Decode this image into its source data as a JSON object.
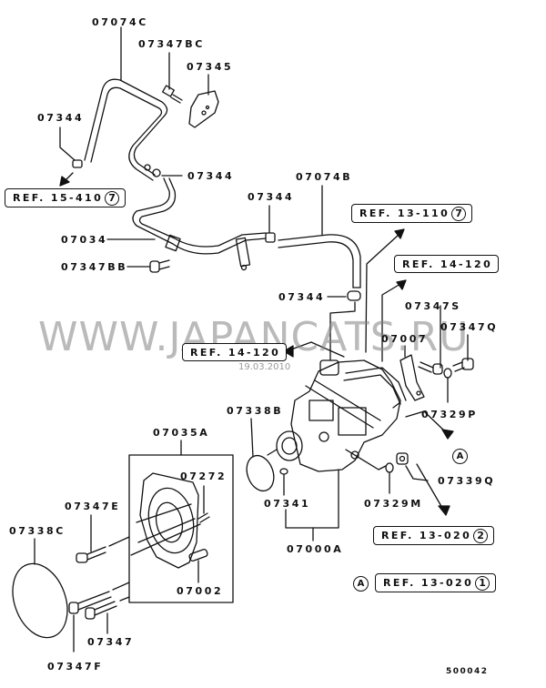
{
  "diagram": {
    "title": "Fuel Injection Pump Assembly",
    "part_labels": {
      "p07074C": "07074C",
      "p07347BC": "07347BC",
      "p07345": "07345",
      "p07344_a": "07344",
      "p07344_b": "07344",
      "p07344_c": "07344",
      "p07344_d": "07344",
      "p07074B": "07074B",
      "p07034": "07034",
      "p07347BB": "07347BB",
      "p07347S": "07347S",
      "p07347Q": "07347Q",
      "p07007": "07007",
      "p07329P": "07329P",
      "p07338B": "07338B",
      "p07035A": "07035A",
      "p07272": "07272",
      "p07347E": "07347E",
      "p07338C": "07338C",
      "p07002": "07002",
      "p07347": "07347",
      "p07347F": "07347F",
      "p07341": "07341",
      "p07329M": "07329M",
      "p07339Q": "07339Q",
      "p07000A": "07000A"
    },
    "references": [
      {
        "text": "REF. 15-410",
        "circle": "7"
      },
      {
        "text": "REF. 13-110",
        "circle": "7"
      },
      {
        "text": "REF. 14-120",
        "circle": ""
      },
      {
        "text": "REF. 14-120",
        "circle": ""
      },
      {
        "text": "REF. 13-020",
        "circle": "2"
      },
      {
        "text": "REF. 13-020",
        "circle": "1"
      }
    ],
    "connector_marker": "A",
    "watermark": "WWW.JAPANCATS.RU",
    "date_stamp": "19.03.2010",
    "drawing_code": "500042"
  }
}
